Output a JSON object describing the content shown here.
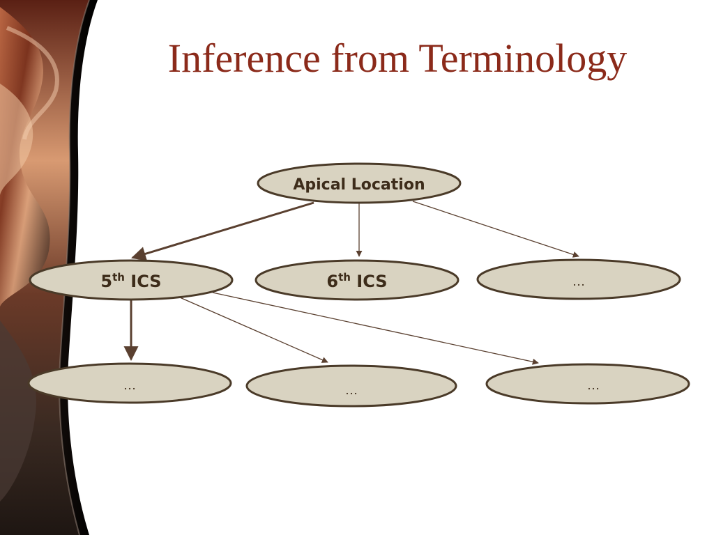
{
  "title": "Inference from Terminology",
  "colors": {
    "title": "#8b2a1a",
    "node_fill": "#d9d3c1",
    "node_stroke": "#4a3a28",
    "edge": "#5a4030",
    "text": "#3d2c1a",
    "background": "#ffffff"
  },
  "nodes": {
    "apical": {
      "label": "Apical Location"
    },
    "ics5": {
      "label": "5",
      "sup": "th",
      "rest": " ICS"
    },
    "ics6": {
      "label": "6",
      "sup": "th",
      "rest": " ICS"
    },
    "other1": {
      "label": "…"
    },
    "child1": {
      "label": "…"
    },
    "child2": {
      "label": "…"
    },
    "child3": {
      "label": "…"
    }
  }
}
